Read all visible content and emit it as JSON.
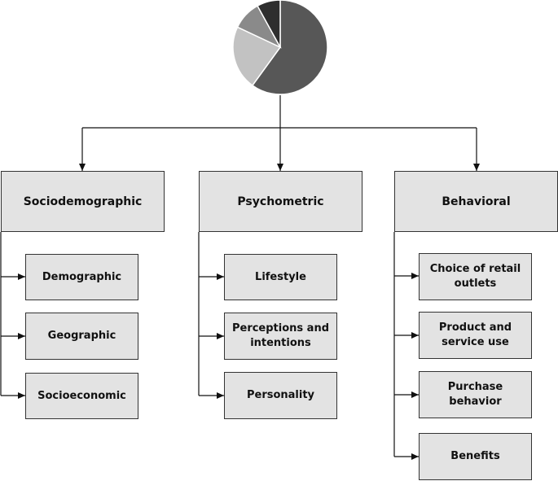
{
  "pie": {
    "slices": [
      {
        "share": 0.6,
        "color": "#575757"
      },
      {
        "share": 0.22,
        "color": "#c2c2c2"
      },
      {
        "share": 0.1,
        "color": "#8a8a8a"
      },
      {
        "share": 0.08,
        "color": "#2e2e2e"
      }
    ]
  },
  "categories": [
    {
      "label": "Sociodemographic",
      "items": [
        "Demographic",
        "Geographic",
        "Socioeconomic"
      ]
    },
    {
      "label": "Psychometric",
      "items": [
        "Lifestyle",
        "Perceptions and\nintentions",
        "Personality"
      ]
    },
    {
      "label": "Behavioral",
      "items": [
        "Choice of retail\noutlets",
        "Product and\nservice use",
        "Purchase\nbehavior",
        "Benefits"
      ]
    }
  ]
}
